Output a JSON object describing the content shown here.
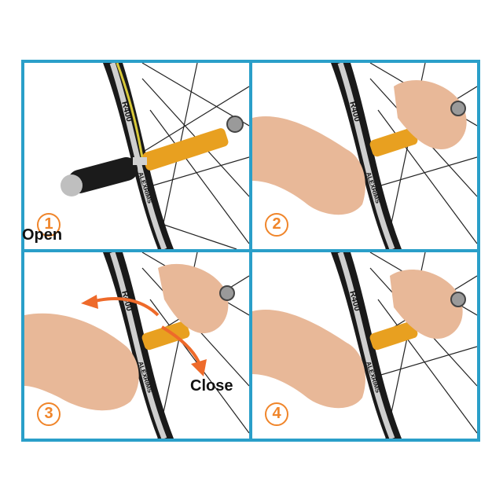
{
  "panels": [
    {
      "step": "1"
    },
    {
      "step": "2"
    },
    {
      "step": "3",
      "annotations": {
        "open": "Open",
        "close": "Close"
      }
    },
    {
      "step": "4"
    }
  ],
  "rim_label": "R400",
  "rim_brand": "ALEXRIMS",
  "colors": {
    "border": "#2a9fc9",
    "accent": "#f0852a",
    "tool": "#e8a020",
    "skin": "#e8b898"
  }
}
